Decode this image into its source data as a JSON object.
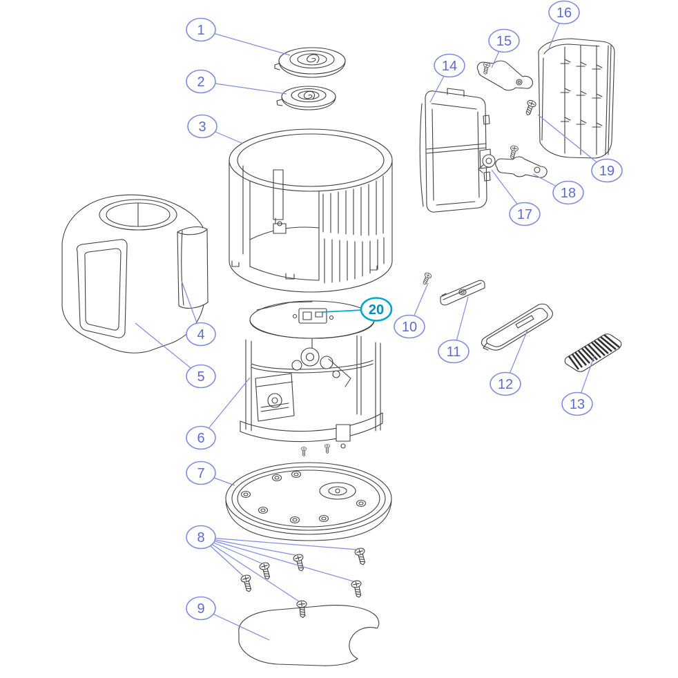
{
  "diagram": {
    "kind": "exploded-parts-diagram",
    "background": "#ffffff",
    "line_art_color": "#3e3e3e",
    "callout_color": "#7c8bdd",
    "callout_text_color": "#5b6bd5",
    "highlight_color": "#00a6cf",
    "highlighted_callout": "20",
    "callout_count": 20
  },
  "callouts": [
    {
      "label": "1",
      "highlighted": false
    },
    {
      "label": "2",
      "highlighted": false
    },
    {
      "label": "3",
      "highlighted": false
    },
    {
      "label": "4",
      "highlighted": false
    },
    {
      "label": "5",
      "highlighted": false
    },
    {
      "label": "6",
      "highlighted": false
    },
    {
      "label": "7",
      "highlighted": false
    },
    {
      "label": "8",
      "highlighted": false
    },
    {
      "label": "9",
      "highlighted": false
    },
    {
      "label": "10",
      "highlighted": false
    },
    {
      "label": "11",
      "highlighted": false
    },
    {
      "label": "12",
      "highlighted": false
    },
    {
      "label": "13",
      "highlighted": false
    },
    {
      "label": "14",
      "highlighted": false
    },
    {
      "label": "15",
      "highlighted": false
    },
    {
      "label": "16",
      "highlighted": false
    },
    {
      "label": "17",
      "highlighted": false
    },
    {
      "label": "18",
      "highlighted": false
    },
    {
      "label": "19",
      "highlighted": false
    },
    {
      "label": "20",
      "highlighted": true
    }
  ]
}
